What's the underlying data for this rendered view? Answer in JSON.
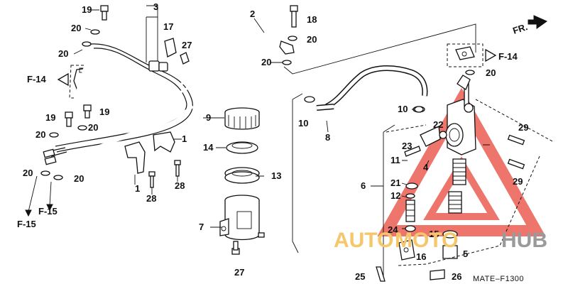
{
  "diagram": {
    "code": "MATE–F1300",
    "direction": "FR.",
    "refs": {
      "f14_left": "F-14",
      "f14_right": "F-14",
      "f15_a": "F-15",
      "f15_b": "F-15"
    },
    "callouts": [
      {
        "id": "c19a",
        "text": "19"
      },
      {
        "id": "c20a",
        "text": "20"
      },
      {
        "id": "c20b",
        "text": "20"
      },
      {
        "id": "c19b",
        "text": "19"
      },
      {
        "id": "c19c",
        "text": "19"
      },
      {
        "id": "c20c",
        "text": "20"
      },
      {
        "id": "c20d",
        "text": "20"
      },
      {
        "id": "c20e",
        "text": "20"
      },
      {
        "id": "c20f",
        "text": "20"
      },
      {
        "id": "c3",
        "text": "3"
      },
      {
        "id": "c17",
        "text": "17"
      },
      {
        "id": "c27a",
        "text": "27"
      },
      {
        "id": "c2",
        "text": "2"
      },
      {
        "id": "c18",
        "text": "18"
      },
      {
        "id": "c20g",
        "text": "20"
      },
      {
        "id": "c20h",
        "text": "20"
      },
      {
        "id": "c20i",
        "text": "20"
      },
      {
        "id": "c9",
        "text": "9"
      },
      {
        "id": "c14",
        "text": "14"
      },
      {
        "id": "c13",
        "text": "13"
      },
      {
        "id": "c7",
        "text": "7"
      },
      {
        "id": "c27b",
        "text": "27"
      },
      {
        "id": "c1a",
        "text": "1"
      },
      {
        "id": "c1b",
        "text": "1"
      },
      {
        "id": "c28a",
        "text": "28"
      },
      {
        "id": "c28b",
        "text": "28"
      },
      {
        "id": "c10a",
        "text": "10"
      },
      {
        "id": "c8",
        "text": "8"
      },
      {
        "id": "c10b",
        "text": "10"
      },
      {
        "id": "c22",
        "text": "22"
      },
      {
        "id": "c23",
        "text": "23"
      },
      {
        "id": "c11",
        "text": "11"
      },
      {
        "id": "c4",
        "text": "4"
      },
      {
        "id": "c6",
        "text": "6"
      },
      {
        "id": "c21",
        "text": "21"
      },
      {
        "id": "c12",
        "text": "12"
      },
      {
        "id": "c24",
        "text": "24"
      },
      {
        "id": "c16",
        "text": "16"
      },
      {
        "id": "c15",
        "text": "15"
      },
      {
        "id": "c5",
        "text": "5"
      },
      {
        "id": "c25",
        "text": "25"
      },
      {
        "id": "c26",
        "text": "26"
      },
      {
        "id": "c29a",
        "text": "29"
      },
      {
        "id": "c29b",
        "text": "29"
      }
    ]
  },
  "watermark": {
    "part1": "AUTO",
    "part2": "MOTO",
    "part3": "HUB",
    "colors": {
      "triangle": "#e8473c",
      "auto": "#f5c76a",
      "hub": "#9a9a9a"
    }
  }
}
